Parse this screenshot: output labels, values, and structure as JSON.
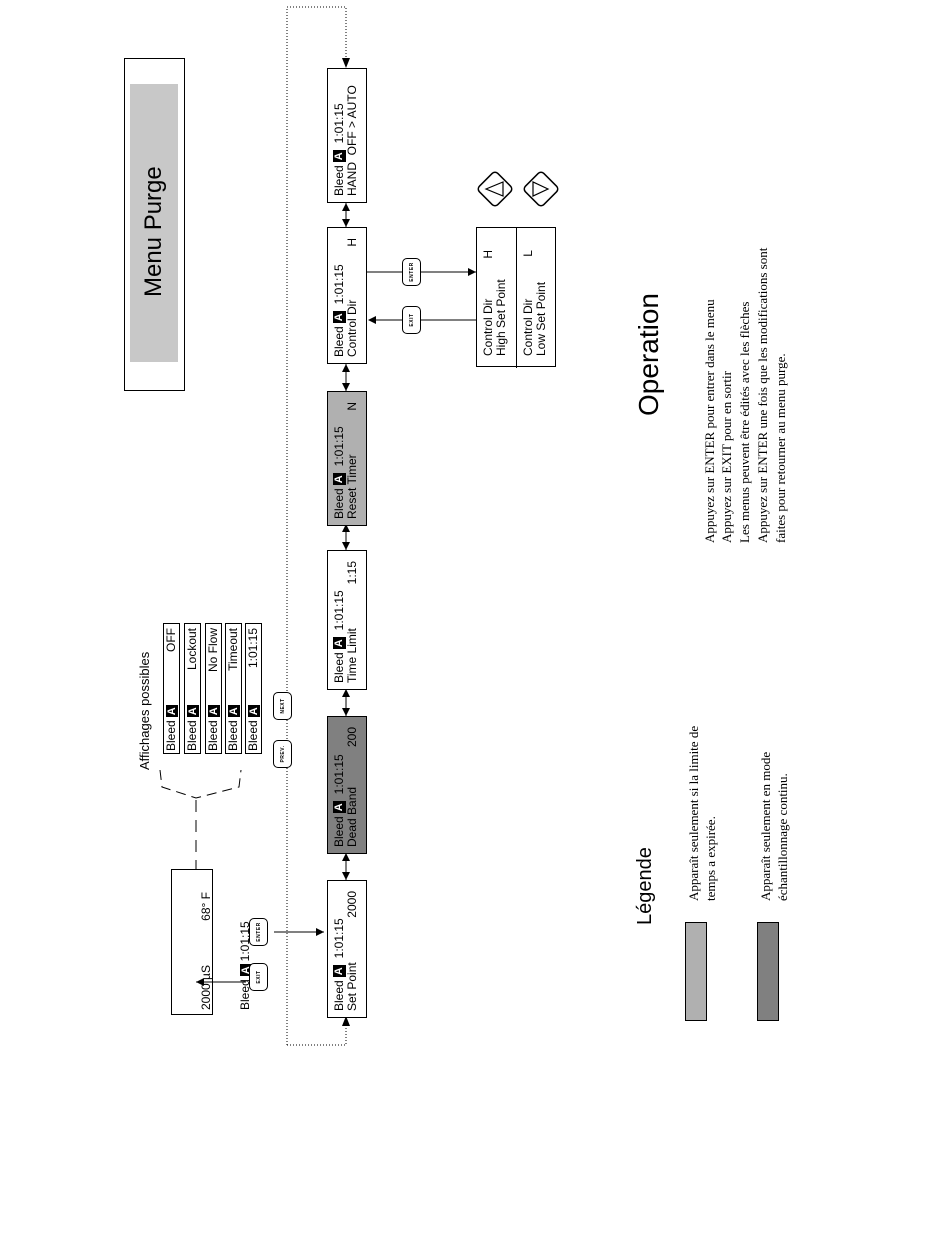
{
  "title": "Menu Purge",
  "main_display": {
    "line1_left": "2000 µS",
    "line1_right": "68° F",
    "line2_prefix": "Bleed",
    "badge": "A",
    "line2_right": "1:01:15"
  },
  "possible_displays": {
    "heading": "Affichages possibles",
    "items": [
      {
        "prefix": "Bleed",
        "badge": "A",
        "value": "OFF"
      },
      {
        "prefix": "Bleed",
        "badge": "A",
        "value": "Lockout"
      },
      {
        "prefix": "Bleed",
        "badge": "A",
        "value": "No Flow"
      },
      {
        "prefix": "Bleed",
        "badge": "A",
        "value": "Timeout"
      },
      {
        "prefix": "Bleed",
        "badge": "A",
        "value": "1:01:15"
      }
    ]
  },
  "keys": {
    "enter": "ENTER",
    "exit": "EXIT",
    "prev": "PREV.",
    "next": "NEXT"
  },
  "menu": [
    {
      "l1": "Bleed",
      "badge": "A",
      "t1": "1:01:15",
      "l2": "Set Point",
      "v2": "2000",
      "style": "normal"
    },
    {
      "l1": "Bleed",
      "badge": "A",
      "t1": "1:01:15",
      "l2": "Dead Band",
      "v2": "200",
      "style": "dark"
    },
    {
      "l1": "Bleed",
      "badge": "A",
      "t1": "1:01:15",
      "l2": "Time Limit",
      "v2": "1:15",
      "style": "normal"
    },
    {
      "l1": "Bleed",
      "badge": "A",
      "t1": "1:01:15",
      "l2": "Reset Timer",
      "v2": "N",
      "style": "light"
    },
    {
      "l1": "Bleed",
      "badge": "A",
      "t1": "1:01:15",
      "l2": "Control Dir",
      "v2": "H",
      "style": "normal"
    },
    {
      "l1": "Bleed",
      "badge": "A",
      "t1": "1:01:15",
      "l2": "HAND  OFF > AUTO",
      "v2": "",
      "style": "normal"
    }
  ],
  "control_dir_options": [
    {
      "l1": "Control Dir",
      "v1": "H",
      "l2": "High Set Point"
    },
    {
      "l1": "Control Dir",
      "v1": "L",
      "l2": "Low Set Point"
    }
  ],
  "operation": {
    "heading": "Operation",
    "lines": [
      "Appuyez  sur ENTER pour entrer dans le menu",
      "Appuyez  sur EXIT pour en sortir",
      "Les menus peuvent être édités avec les flèches",
      "Appuyez  sur ENTER une fois que les modifications sont",
      "faites pour retourner au menu purge."
    ]
  },
  "legend": {
    "heading": "Légende",
    "items": [
      {
        "color": "#b0b0b0",
        "line1": "Apparaît seulement si la limite de",
        "line2": "temps a expirée."
      },
      {
        "color": "#808080",
        "line1": "Apparaît seulement en mode",
        "line2": "échantillonnage continu."
      }
    ]
  }
}
